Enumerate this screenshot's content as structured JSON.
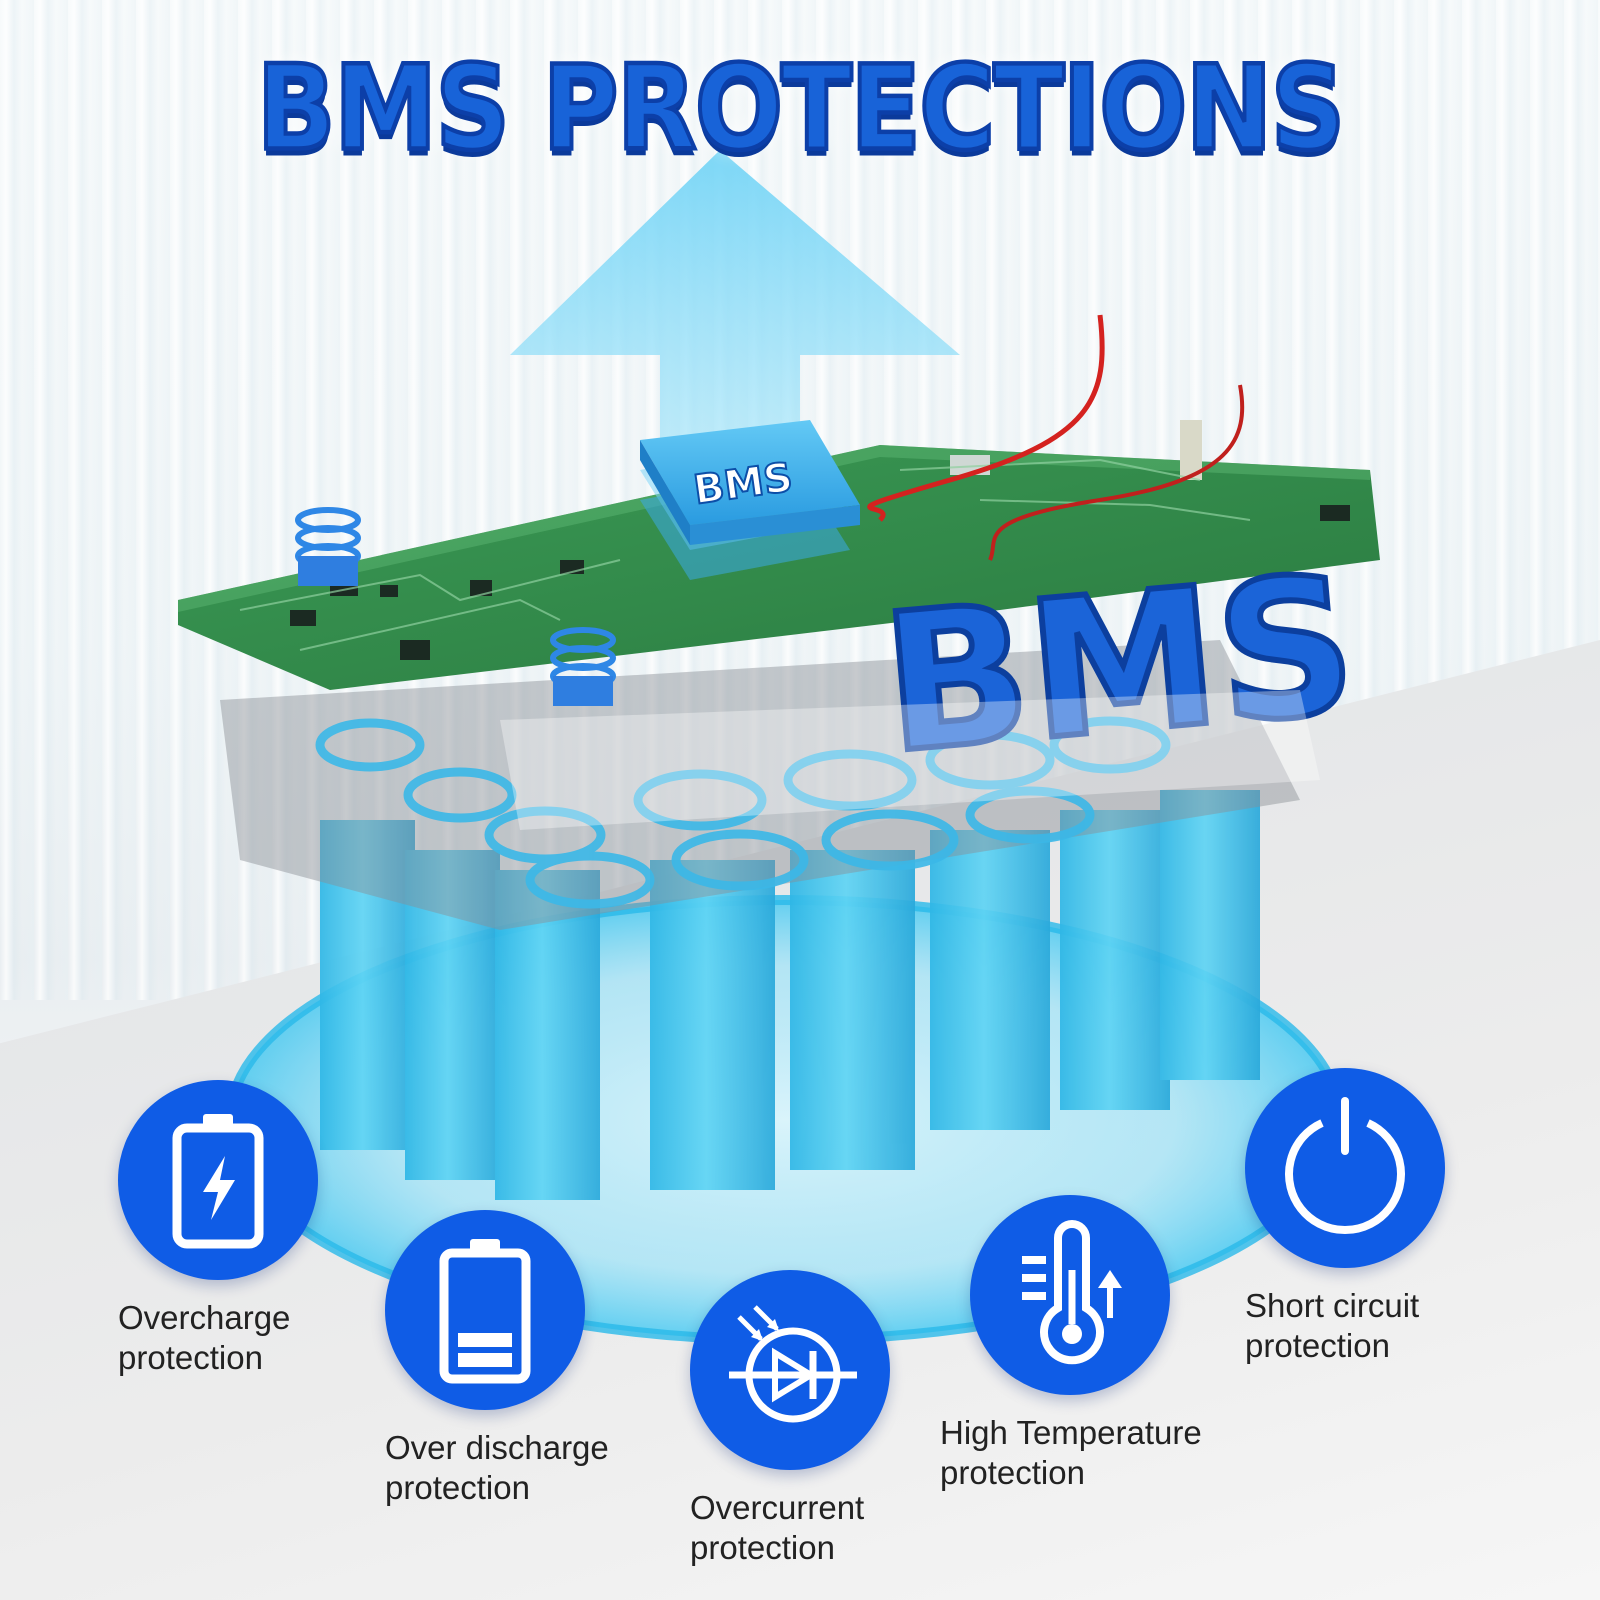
{
  "headline": "BMS PROTECTIONS",
  "chip_label": "BMS",
  "board_label": "BMS",
  "features": [
    {
      "id": "overcharge",
      "icon": "battery-charging-icon",
      "line1": "Overcharge",
      "line2": "protection"
    },
    {
      "id": "over-discharge",
      "icon": "battery-low-icon",
      "line1": "Over discharge",
      "line2": "protection"
    },
    {
      "id": "overcurrent",
      "icon": "diode-icon",
      "line1": "Overcurrent",
      "line2": "protection"
    },
    {
      "id": "high-temperature",
      "icon": "thermometer-icon",
      "line1": "High Temperature",
      "line2": "protection"
    },
    {
      "id": "short-circuit",
      "icon": "power-icon",
      "line1": "Short circuit",
      "line2": "protection"
    }
  ],
  "colors": {
    "brand_blue": "#0f5ce6",
    "headline_blue": "#1863d8",
    "cell_cyan": "#3cc4ec",
    "pcb_green": "#2f8a4a"
  }
}
